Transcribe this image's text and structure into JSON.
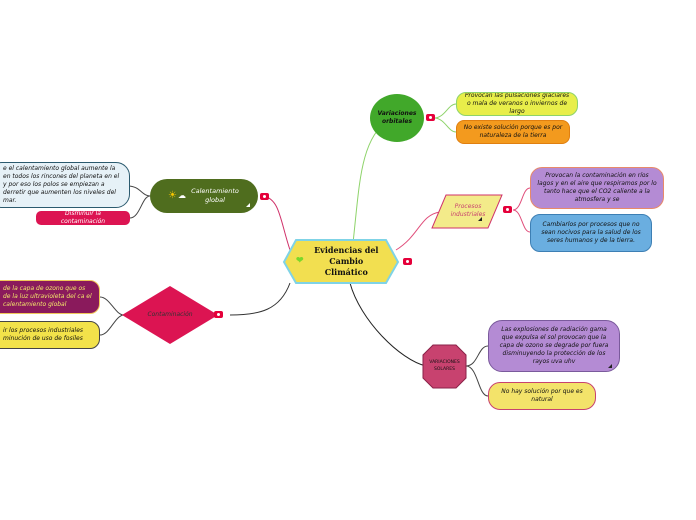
{
  "central": {
    "title": "Evidencias del Cambio Climático"
  },
  "branches": {
    "orbital": {
      "label": "Variaciones orbitales",
      "children": [
        "Provocan las pulsaciones glaciares o mala de veranos o inviernos de largo",
        "No existe solución porque es por naturaleza de la tierra"
      ]
    },
    "industrial": {
      "label": "Procesos industriales",
      "children": [
        "Provocan la contaminación en ríos lagos y en el aire que respiramos por lo tanto hace que el CO2 caliente a la atmosfera y se",
        "Cambiarlos por procesos que no sean nocivos para la salud de los seres humanos y de la tierra."
      ]
    },
    "solar": {
      "label": "VARIACIONES SOLARES",
      "children": [
        "Las explosiones de radiación gama que expulsa el sol provocan que la capa de ozono se degrade por fuera disminuyendo la protección de los rayos uva uhv",
        "No hay solución por que es natural"
      ]
    },
    "warming": {
      "label": "Calentamiento global",
      "children": [
        "e el calentamiento global aumente la en todos los rincones del planeta en el y por eso los polos se empiezan a derretir que aumenten los niveles del mar.",
        "Disminuir la contaminación"
      ]
    },
    "pollution": {
      "label": "Contaminación",
      "children": [
        "de la capa de ozono que os de la luz ultravioleta del ca el calentamiento global",
        "ir los procesos industriales minución de uso de fosiles"
      ]
    }
  },
  "colors": {
    "central_fill": "#f2df50",
    "central_border": "#7fd3e6",
    "orbital_fill": "#41a82a",
    "industrial_fill": "#f3eb8a",
    "solar_fill": "#c8426f",
    "warming_fill": "#4f6d1e",
    "pollution_fill": "#dc1452",
    "toggle": "#e5003a"
  },
  "icons": [
    "heart-icon",
    "sun-icon",
    "cloud-icon",
    "collapse-toggle-icon"
  ]
}
